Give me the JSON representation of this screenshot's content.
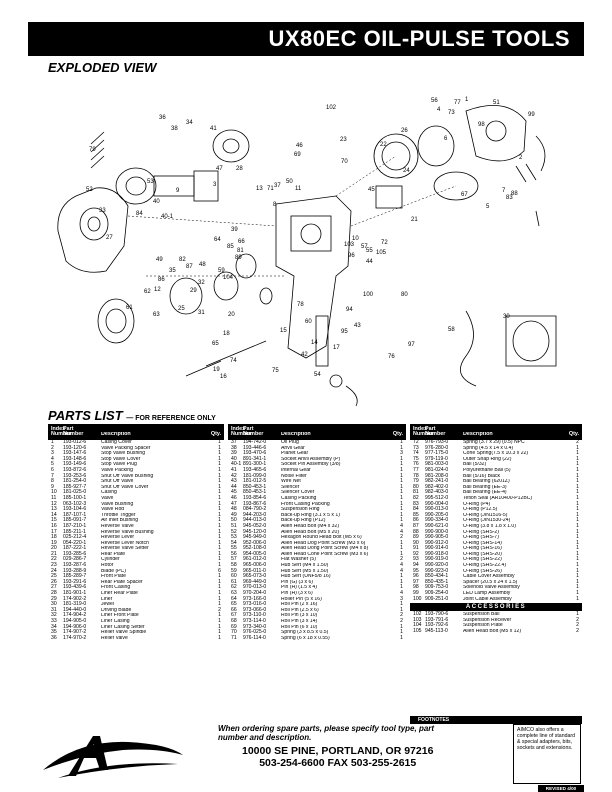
{
  "title": "UX80EC OIL-PULSE TOOLS",
  "sections": {
    "exploded": "EXPLODED VIEW",
    "parts": "PARTS LIST",
    "ref": "— FOR REFERENCE ONLY"
  },
  "headers": {
    "index": "Index\nNumber",
    "part": "Part\nNumber",
    "desc": "Description",
    "qty": "Qty."
  },
  "col1": [
    [
      "1",
      "193-012-6",
      "Casing Cover",
      "1"
    ],
    [
      "2",
      "193-120-6",
      "Valve Packing Spacer",
      "1"
    ],
    [
      "3",
      "193-147-6",
      "Stop Valve Bushing",
      "1"
    ],
    [
      "4",
      "193-148-6",
      "Stop Valve Cover",
      "1"
    ],
    [
      "5",
      "193-149-6",
      "Stop Valve Plug",
      "1"
    ],
    [
      "6",
      "193-872-6",
      "Valve Packing",
      "1"
    ],
    [
      "7",
      "193-253-6",
      "Shut Off Valve Bushing",
      "1"
    ],
    [
      "8",
      "181-254-0",
      "Shut Off Valve",
      "1"
    ],
    [
      "9",
      "185-927-7",
      "Shut Off Valve Cover",
      "1"
    ],
    [
      "10",
      "181-025-0",
      "Casing",
      "1"
    ],
    [
      "11",
      "185-100-1",
      "Valve",
      "1"
    ],
    [
      "12",
      "063-102-3",
      "Valve Bushing",
      "1"
    ],
    [
      "13",
      "193-104-6",
      "Valve Rod",
      "1"
    ],
    [
      "14",
      "187-107-1",
      "Throttle Trigger",
      "1"
    ],
    [
      "15",
      "185-091-7",
      "Air Inlet Bushing",
      "1"
    ],
    [
      "16",
      "187-210-1",
      "Reverse Valve",
      "1"
    ],
    [
      "17",
      "185-211-1",
      "Reverse Valve Bushing",
      "1"
    ],
    [
      "18",
      "025-212-4",
      "Reverse Lever",
      "1"
    ],
    [
      "19",
      "054-220-1",
      "Reverse Lever Notch",
      "1"
    ],
    [
      "20",
      "187-222-1",
      "Reverse Valve Setter",
      "1"
    ],
    [
      "21",
      "193-285-6",
      "Rear Plate",
      "1"
    ],
    [
      "22",
      "029-286-7",
      "Cylinder",
      "1"
    ],
    [
      "23",
      "193-287-6",
      "Rotor",
      "1"
    ],
    [
      "24",
      "193-288-9",
      "Blade (PC)",
      "6"
    ],
    [
      "25",
      "185-289-7",
      "Front Plate",
      "1"
    ],
    [
      "26",
      "193-291-6",
      "Rear Plate Spacer",
      "1"
    ],
    [
      "27",
      "193-439-6",
      "Front Casing",
      "1"
    ],
    [
      "28",
      "181-901-1",
      "Liner Rear Plate",
      "1"
    ],
    [
      "29",
      "174-902-2",
      "Liner",
      "1"
    ],
    [
      "30",
      "181-319-0",
      "Jewel",
      "1"
    ],
    [
      "31",
      "194-440-0",
      "Driving Blade",
      "2"
    ],
    [
      "32",
      "174-904-2",
      "Liner Front Plate",
      "1"
    ],
    [
      "33",
      "194-905-0",
      "Liner Casing",
      "1"
    ],
    [
      "34",
      "194-906-0",
      "Liner Casing Setter",
      "1"
    ],
    [
      "35",
      "174-907-2",
      "Relief Valve Spindle",
      "1"
    ],
    [
      "36",
      "174-970-2",
      "Relief Valve",
      "1"
    ]
  ],
  "col2": [
    [
      "37",
      "194-742-0",
      "Oil Plug",
      "1"
    ],
    [
      "38",
      "193-446-6",
      "Anvil Gear",
      "1"
    ],
    [
      "39",
      "193-470-6",
      "Planet Gear",
      "3"
    ],
    [
      "40",
      "891-341-1",
      "Socket Anvil Assembly (P)",
      "1"
    ],
    [
      "40-1",
      "891-300-1",
      "Socket Pin Assembly (3/8)",
      "1"
    ],
    [
      "41",
      "193-465-6",
      "Internal Gear",
      "1"
    ],
    [
      "42",
      "181-099-0",
      "Noise Filter",
      "1"
    ],
    [
      "43",
      "181-012-5",
      "Wire Net",
      "1"
    ],
    [
      "44",
      "850-453-1",
      "Silencer",
      "1"
    ],
    [
      "45",
      "850-453-1",
      "Silencer Cover",
      "1"
    ],
    [
      "46",
      "193-854-6",
      "Casing Packing",
      "1"
    ],
    [
      "47",
      "193-867-6",
      "Front Casing Packing",
      "1"
    ],
    [
      "48",
      "084-790-2",
      "Suspension Ring",
      "1"
    ],
    [
      "49",
      "944-203-0",
      "Back-up Ring (3.1 x 5 x 1)",
      "1"
    ],
    [
      "50",
      "944-013-0",
      "Back-up Ring (P12)",
      "1"
    ],
    [
      "51",
      "945-052-0",
      "Allen Head Bolt (M4 x 32)",
      "4"
    ],
    [
      "52",
      "945-120-0",
      "Allen Head Bolt (M5 x 20)",
      "4"
    ],
    [
      "53",
      "945-949-0",
      "Hexagon Round Head Bolt (M5 x 6)",
      "2"
    ],
    [
      "54",
      "952-006-0",
      "Allen Head Dog Point Screw (M3 x 6)",
      "1"
    ],
    [
      "55",
      "952-108-0",
      "Allen Head Dong Point Screw (M4 x 8)",
      "1"
    ],
    [
      "56",
      "954-005-0",
      "Allen Head Cone Point Screw (M3 x 6)",
      "1"
    ],
    [
      "57",
      "961-012-0",
      "Flat Washer (5)",
      "2"
    ],
    [
      "58",
      "965-006-0",
      "Hub Sert (M4 x 1.50)",
      "4"
    ],
    [
      "59",
      "965-011-0",
      "Hub Sert (M5 x 1.50)",
      "4"
    ],
    [
      "60",
      "965-073-0",
      "Hub Sert (UNF5/8 16)",
      "1"
    ],
    [
      "61",
      "969-449-0",
      "Pin (G) (3 x 6)",
      "1"
    ],
    [
      "62",
      "970-013-0",
      "Pin (H) (1.5 x 4)",
      "1"
    ],
    [
      "63",
      "970-204-0",
      "Pin (H) (3 x 6)",
      "4"
    ],
    [
      "64",
      "973-166-0",
      "Roller Pin (5 x 16)",
      "3"
    ],
    [
      "65",
      "973-016-0",
      "Roll Pin (2 x 16)",
      "1"
    ],
    [
      "66",
      "973-066-0",
      "Roll Pin (2.5 x 6)",
      "1"
    ],
    [
      "67",
      "973-110-0",
      "Roll Pin (3 x 10)",
      "2"
    ],
    [
      "68",
      "973-114-0",
      "Roll Pin (3 x 14)",
      "2"
    ],
    [
      "69",
      "973-340-0",
      "Roll Pin (6 x 10)",
      "1"
    ],
    [
      "70",
      "976-025-0",
      "Spring (3 x 8.5 x 0.5)",
      "1"
    ],
    [
      "71",
      "976-114-0",
      "Spring (6 x 18 x 0.55)",
      "1"
    ]
  ],
  "col3": [
    [
      "72",
      "976-793-0",
      "Spring (3.7 x 29) (0.5) NPC",
      "2"
    ],
    [
      "73",
      "976-280-0",
      "Spring (4.5 x 14 x 0.4)",
      "1"
    ],
    [
      "74",
      "977-175-0",
      "Cone Spring(7.5 x 10.3 x 22)",
      "1"
    ],
    [
      "75",
      "979-119-0",
      "Outer Snap Ring (22)",
      "1"
    ],
    [
      "76",
      "981-003-0",
      "Ball (5/32)",
      "1"
    ],
    [
      "77",
      "981-024-0",
      "Polyurethane Ball (5)",
      "1"
    ],
    [
      "78",
      "981-208-0",
      "Ball (5/16) Black",
      "1"
    ],
    [
      "79",
      "982-241-0",
      "Ball Bearing (6201Z)",
      "1"
    ],
    [
      "80",
      "982-402-0",
      "Ball Bearing (EE-3)",
      "1"
    ],
    [
      "81",
      "982-403-0",
      "Ball Bearing (EE-4)",
      "1"
    ],
    [
      "82",
      "995-512-0",
      "Teflon Seal (AR10400-P12BC)",
      "1"
    ],
    [
      "83",
      "990-004-0",
      "O-Ring (P4)",
      "1"
    ],
    [
      "84",
      "990-013-0",
      "O-Ring (P12.5)",
      "1"
    ],
    [
      "85",
      "990-205-0",
      "O-Ring (JIN1516-5)",
      "1"
    ],
    [
      "86",
      "990-334-0",
      "O-Ring (JIN1530-24)",
      "1"
    ],
    [
      "87",
      "990-621-0",
      "O-Ring (3.8 x 1.8 x 1.0)",
      "1"
    ],
    [
      "88",
      "990-900-0",
      "O-Ring (SHS-2)",
      "1"
    ],
    [
      "89",
      "990-905-0",
      "O-Ring (SHS-7)",
      "1"
    ],
    [
      "90",
      "990-912-0",
      "O-Ring (SHS-14)",
      "1"
    ],
    [
      "91",
      "990-914-0",
      "O-Ring (SHS-16)",
      "1"
    ],
    [
      "92",
      "990-918-0",
      "O-Ring (SHS-20)",
      "1"
    ],
    [
      "93",
      "990-919-0",
      "O-Ring (SHS-22)",
      "1"
    ],
    [
      "94",
      "990-920-0",
      "O-Ring (SHS-22.4)",
      "1"
    ],
    [
      "95",
      "990-923-0",
      "O-Ring (SHS-26)",
      "1"
    ],
    [
      "96",
      "850-434-1",
      "Cable Cover Assembly",
      "1"
    ],
    [
      "97",
      "850-435-1",
      "Spacer (20.5 x 24 x 1.5)",
      "1"
    ],
    [
      "98",
      "909-753-0",
      "Solenoid Valve Assembly",
      "1"
    ],
    [
      "99",
      "909-254-0",
      "LED Lamp Assembly",
      "1"
    ],
    [
      "100",
      "909-251-0",
      "Joint Cable Assembly",
      "1"
    ]
  ],
  "accessories_label": "ACCESSORIES",
  "accessories": [
    [
      "102",
      "193-790-6",
      "Suspension Bail",
      "1"
    ],
    [
      "103",
      "193-791-6",
      "Suspension Receiver",
      "2"
    ],
    [
      "104",
      "193-792-6",
      "Suspension Plate",
      "2"
    ],
    [
      "105",
      "945-113-0",
      "Allen Head Bolt (M5 x 12)",
      "2"
    ]
  ],
  "footer": {
    "order": "When ordering spare parts, please specify tool type, part number and description.",
    "address": "10000 SE PINE, PORTLAND, OR 97216",
    "phone": "503-254-6600      FAX 503-255-2615",
    "footnotes": "FOOTNOTES",
    "note": "AIMCO also offers a complete line of standard & special adapters, bits, sockets and extensions.",
    "revised": "REVISED 4/00"
  },
  "callouts": [
    "102",
    "56",
    "4",
    "77",
    "1",
    "51",
    "99",
    "36",
    "34",
    "38",
    "41",
    "47",
    "28",
    "23",
    "22",
    "26",
    "24",
    "21",
    "6",
    "73",
    "98",
    "2",
    "67",
    "7",
    "83",
    "88",
    "5",
    "79",
    "53",
    "46",
    "69",
    "50",
    "9",
    "3",
    "13",
    "71",
    "37",
    "70",
    "40",
    "45",
    "84",
    "33",
    "52",
    "40-1",
    "27",
    "11",
    "8",
    "10",
    "57",
    "55",
    "103",
    "72",
    "105",
    "39",
    "64",
    "48",
    "66",
    "85",
    "89",
    "81",
    "86",
    "35",
    "49",
    "62",
    "82",
    "87",
    "12",
    "59",
    "104",
    "96",
    "44",
    "80",
    "78",
    "95",
    "58",
    "100",
    "30",
    "29",
    "32",
    "31",
    "25",
    "20",
    "61",
    "63",
    "94",
    "43",
    "97",
    "76",
    "60",
    "42",
    "14",
    "15",
    "17",
    "65",
    "18",
    "19",
    "16",
    "74",
    "75",
    "54"
  ]
}
